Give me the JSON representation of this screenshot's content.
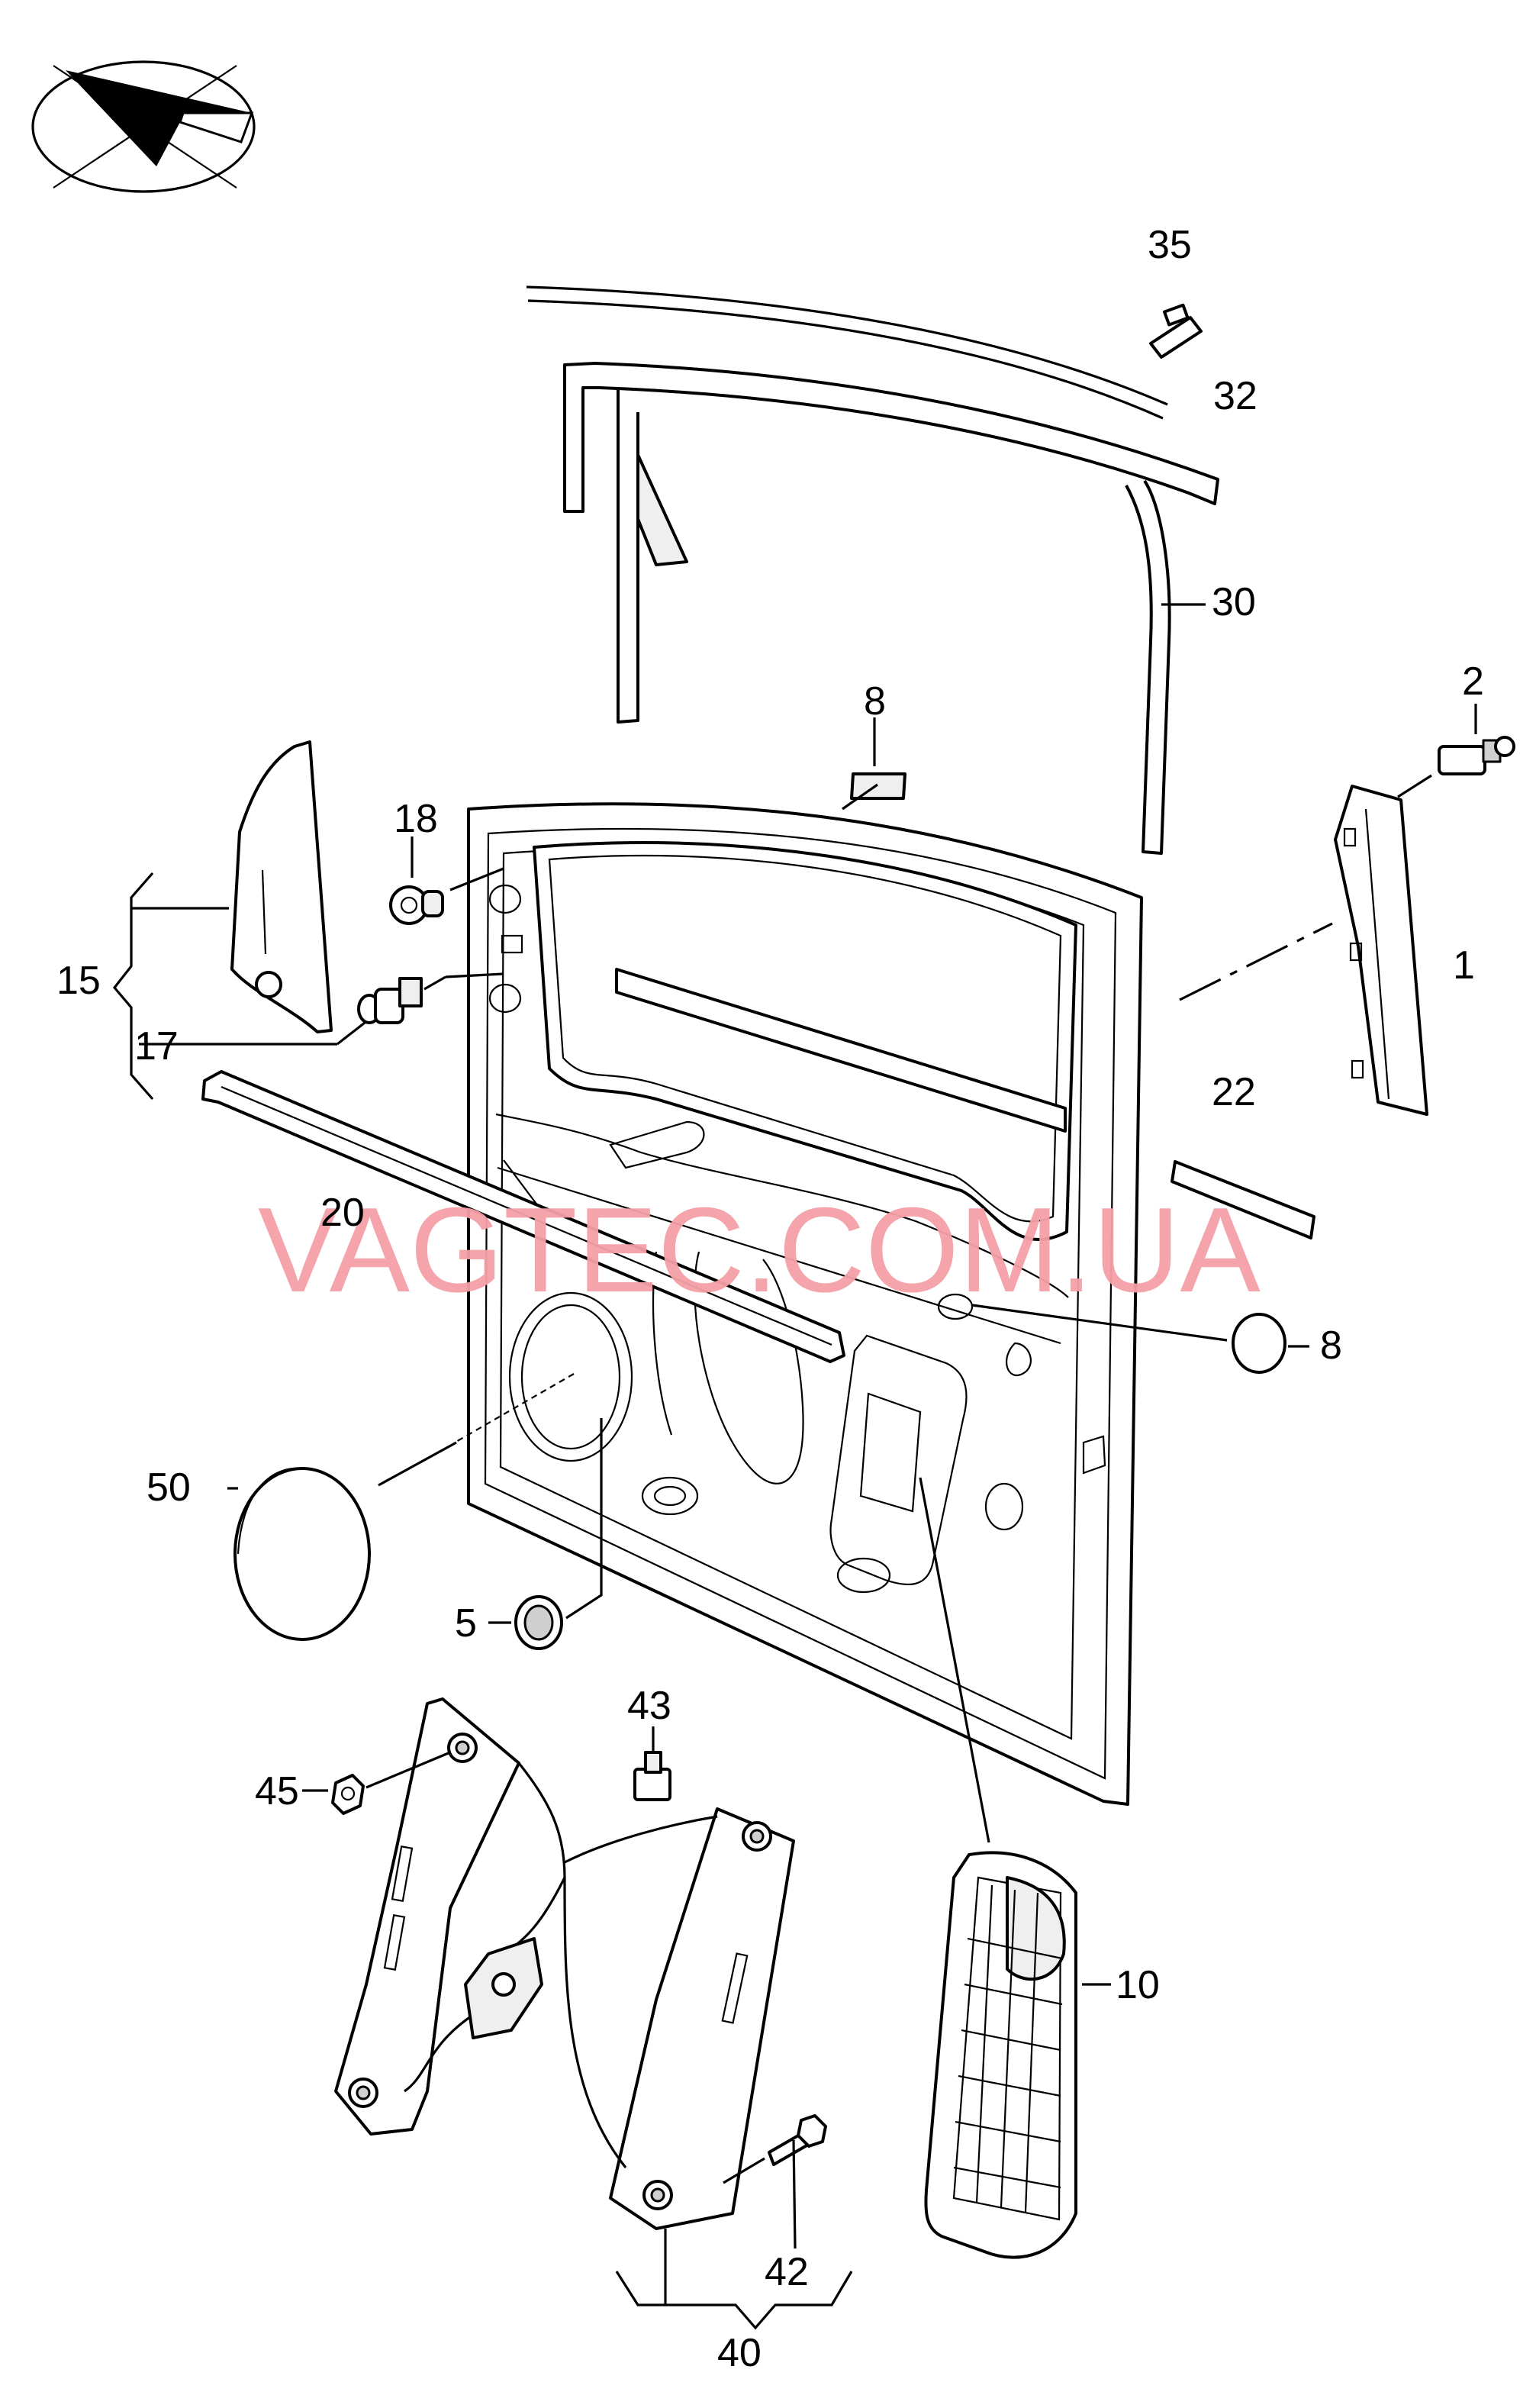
{
  "watermark": "VAGTEC.COM.UA",
  "callouts": [
    {
      "id": "c35",
      "text": "35"
    },
    {
      "id": "c32",
      "text": "32"
    },
    {
      "id": "c30",
      "text": "30"
    },
    {
      "id": "c8a",
      "text": "8"
    },
    {
      "id": "c2",
      "text": "2"
    },
    {
      "id": "c18",
      "text": "18"
    },
    {
      "id": "c15",
      "text": "15"
    },
    {
      "id": "c17",
      "text": "17"
    },
    {
      "id": "c1",
      "text": "1"
    },
    {
      "id": "c22",
      "text": "22"
    },
    {
      "id": "c20",
      "text": "20"
    },
    {
      "id": "c8b",
      "text": "8"
    },
    {
      "id": "c50",
      "text": "50"
    },
    {
      "id": "c5",
      "text": "5"
    },
    {
      "id": "c43",
      "text": "43"
    },
    {
      "id": "c45",
      "text": "45"
    },
    {
      "id": "c10",
      "text": "10"
    },
    {
      "id": "c42",
      "text": "42"
    },
    {
      "id": "c40",
      "text": "40"
    }
  ],
  "icons": {
    "orientation": "orientation-arrow-icon"
  }
}
